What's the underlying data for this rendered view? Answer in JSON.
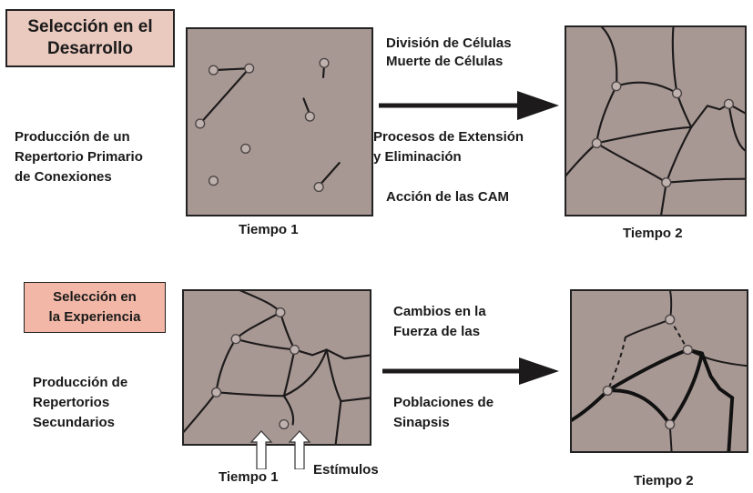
{
  "colors": {
    "panel_fill": "#a89894",
    "title_box_fill": "#eac9bf",
    "title_box_2_fill": "#f2b7a6",
    "line": "#1c1a1a"
  },
  "section_1": {
    "title_line1": "Selección en el",
    "title_line2": "Desarrollo",
    "left_text": [
      "Producción de un",
      "Repertorio Primario",
      "de Conexiones"
    ],
    "process_line1": "División de Células",
    "process_line2": "Muerte de Células",
    "process_line3": "Procesos de Extensión",
    "process_line4": "y Eliminación",
    "process_line5": "Acción de las CAM",
    "time_left": "Tiempo 1",
    "time_right": "Tiempo 2"
  },
  "section_2": {
    "title_line1": "Selección en",
    "title_line2": "la Experiencia",
    "left_text": [
      "Producción de",
      "Repertorios",
      "Secundarios"
    ],
    "process_line1": "Cambios en la",
    "process_line2": "Fuerza de las",
    "process_line3": "Poblaciones de",
    "process_line4": "Sinapsis",
    "time_left": "Tiempo 1",
    "stimulus": "Estímulos",
    "time_right": "Tiempo 2"
  }
}
